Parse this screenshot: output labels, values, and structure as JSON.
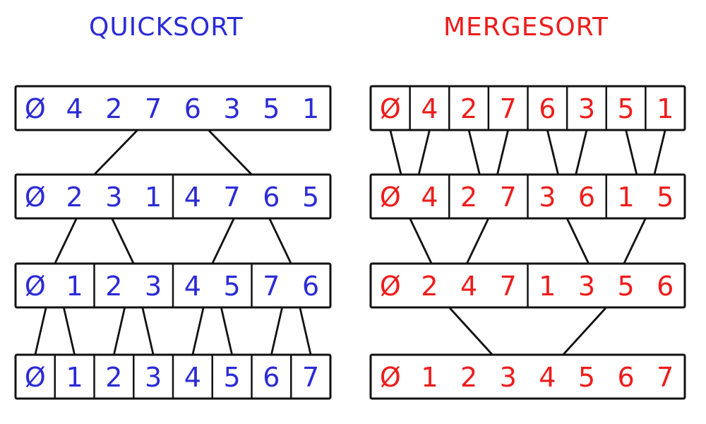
{
  "colors": {
    "quicksort": "#2b2bd6",
    "mergesort": "#ee1c1c",
    "outline": "#111111"
  },
  "quicksort": {
    "title": "QUICKSORT",
    "levels": [
      {
        "groups": [
          [
            "Ø",
            "4",
            "2",
            "7",
            "6",
            "3",
            "5",
            "1"
          ]
        ]
      },
      {
        "groups": [
          [
            "Ø",
            "2",
            "3",
            "1"
          ],
          [
            "4",
            "7",
            "6",
            "5"
          ]
        ]
      },
      {
        "groups": [
          [
            "Ø",
            "1"
          ],
          [
            "2",
            "3"
          ],
          [
            "4",
            "5"
          ],
          [
            "7",
            "6"
          ]
        ]
      },
      {
        "groups": [
          [
            "Ø"
          ],
          [
            "1"
          ],
          [
            "2"
          ],
          [
            "3"
          ],
          [
            "4"
          ],
          [
            "5"
          ],
          [
            "6"
          ],
          [
            "7"
          ]
        ]
      }
    ]
  },
  "mergesort": {
    "title": "MERGESORT",
    "levels": [
      {
        "groups": [
          [
            "Ø"
          ],
          [
            "4"
          ],
          [
            "2"
          ],
          [
            "7"
          ],
          [
            "6"
          ],
          [
            "3"
          ],
          [
            "5"
          ],
          [
            "1"
          ]
        ]
      },
      {
        "groups": [
          [
            "Ø",
            "4"
          ],
          [
            "2",
            "7"
          ],
          [
            "3",
            "6"
          ],
          [
            "1",
            "5"
          ]
        ]
      },
      {
        "groups": [
          [
            "Ø",
            "2",
            "4",
            "7"
          ],
          [
            "1",
            "3",
            "5",
            "6"
          ]
        ]
      },
      {
        "groups": [
          [
            "Ø",
            "1",
            "2",
            "3",
            "4",
            "5",
            "6",
            "7"
          ]
        ]
      }
    ]
  }
}
